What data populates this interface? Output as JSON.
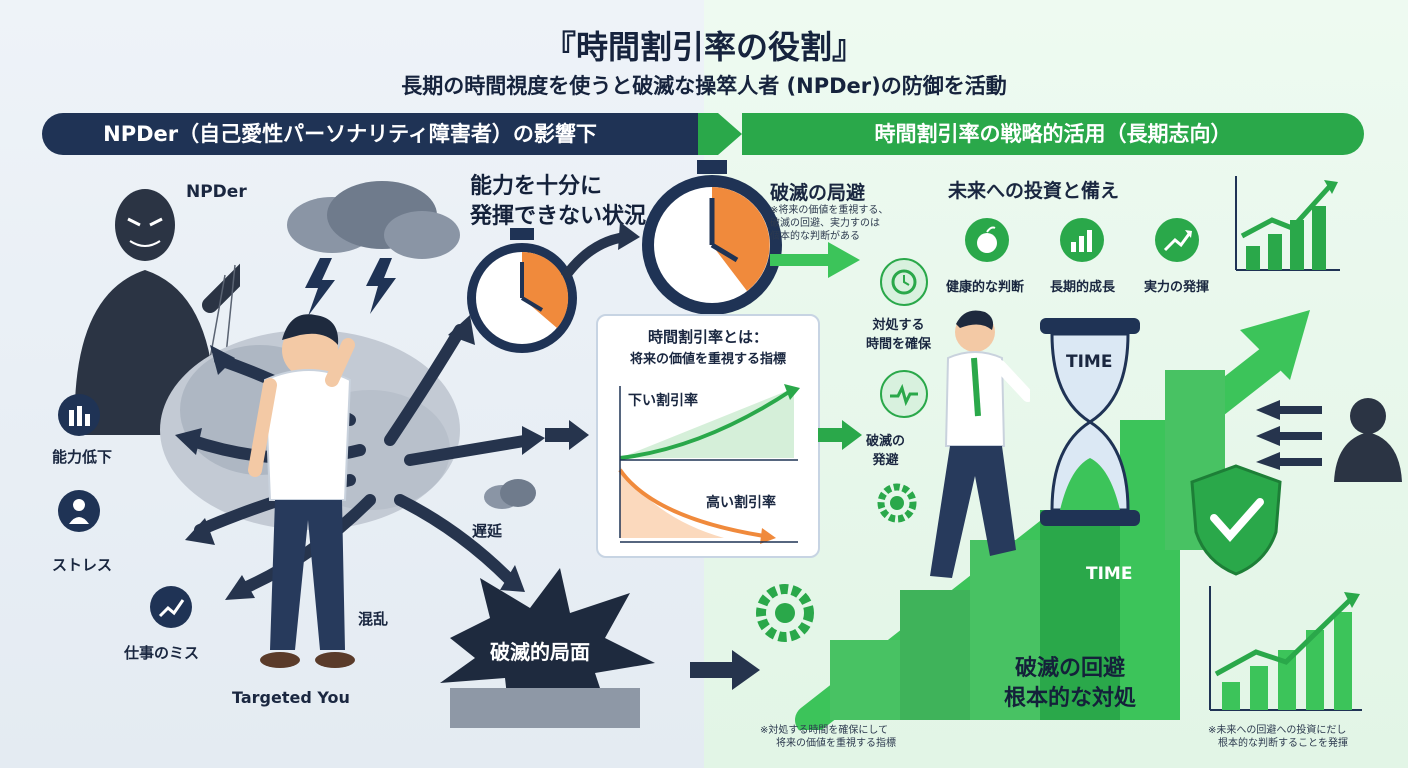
{
  "header": {
    "title": "『時間割引率の役割』",
    "subtitle": "長期の時間視度を使うと破滅な操箤人者 (NPDer)の防御を活動"
  },
  "banners": {
    "left": "NPDer（自己愛性パーソナリティ障害者）の影響下",
    "right": "時間割引率の戦略的活用（長期志向）"
  },
  "left": {
    "npder_label": "NPDer",
    "headline": [
      "能力を十分に",
      "発揮できない状況"
    ],
    "labels": {
      "ability_drop": "能力低下",
      "stress": "ストレス",
      "work_mistake": "仕事のミス",
      "confusion": "混乱",
      "delay": "遅延",
      "targeted": "Targeted You",
      "ruin_phase": "破滅的局面"
    }
  },
  "panel": {
    "title": "時間割引率とは：",
    "subtitle": "将来の価値を重視する指標",
    "low_rate": "下い割引率",
    "high_rate": "高い割引率"
  },
  "right": {
    "ruin_avoid_title": "破滅の局避",
    "ruin_avoid_note": [
      "※将来の価値を重視する、",
      "破滅の回避、実力すのは",
      "個本的な判断がある"
    ],
    "invest_title": "未来への投資と備え",
    "icons": [
      "健康的な判断",
      "長期的成長",
      "実力の発揮"
    ],
    "secure_time": [
      "対処する",
      "時間を確保"
    ],
    "ruin_escape": [
      "破滅の",
      "発避"
    ],
    "time_labels": [
      "TIME",
      "TIME"
    ],
    "bottom": [
      "破滅の回避",
      "根本的な対処"
    ],
    "footnote_center": [
      "※対処する時間を確保にして",
      "将来の価値を重視する指標"
    ],
    "footnote_right": [
      "※未来への回避への投資にだし",
      "根本的な判断することを発揮"
    ]
  },
  "colors": {
    "navy": "#1f3355",
    "green": "#2aa84a",
    "orange": "#f08a3c"
  }
}
